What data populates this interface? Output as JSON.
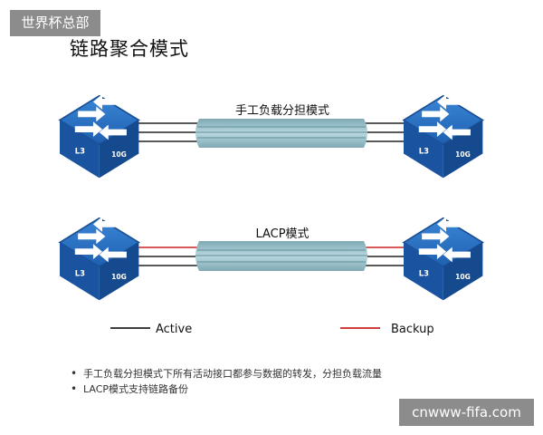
{
  "badge": {
    "text": "世界杯总部"
  },
  "header": {
    "title": "链路聚合模式"
  },
  "diagram": {
    "manual": {
      "label": "手工负载分担模式"
    },
    "lacp": {
      "label": "LACP模式"
    },
    "switch": {
      "layer_label": "L3",
      "speed_label": "10G"
    },
    "colors": {
      "active": "#222222",
      "backup": "#cc2222",
      "bundle": "#9dc3cc",
      "switch": "#1f5fb0"
    }
  },
  "legend": {
    "active_label": "Active",
    "backup_label": "Backup"
  },
  "bullets": [
    "手工负载分担模式下所有活动接口都参与数据的转发，分担负载流量",
    "LACP模式支持链路备份"
  ],
  "watermark": {
    "text": "cnwww-fifa.com"
  }
}
